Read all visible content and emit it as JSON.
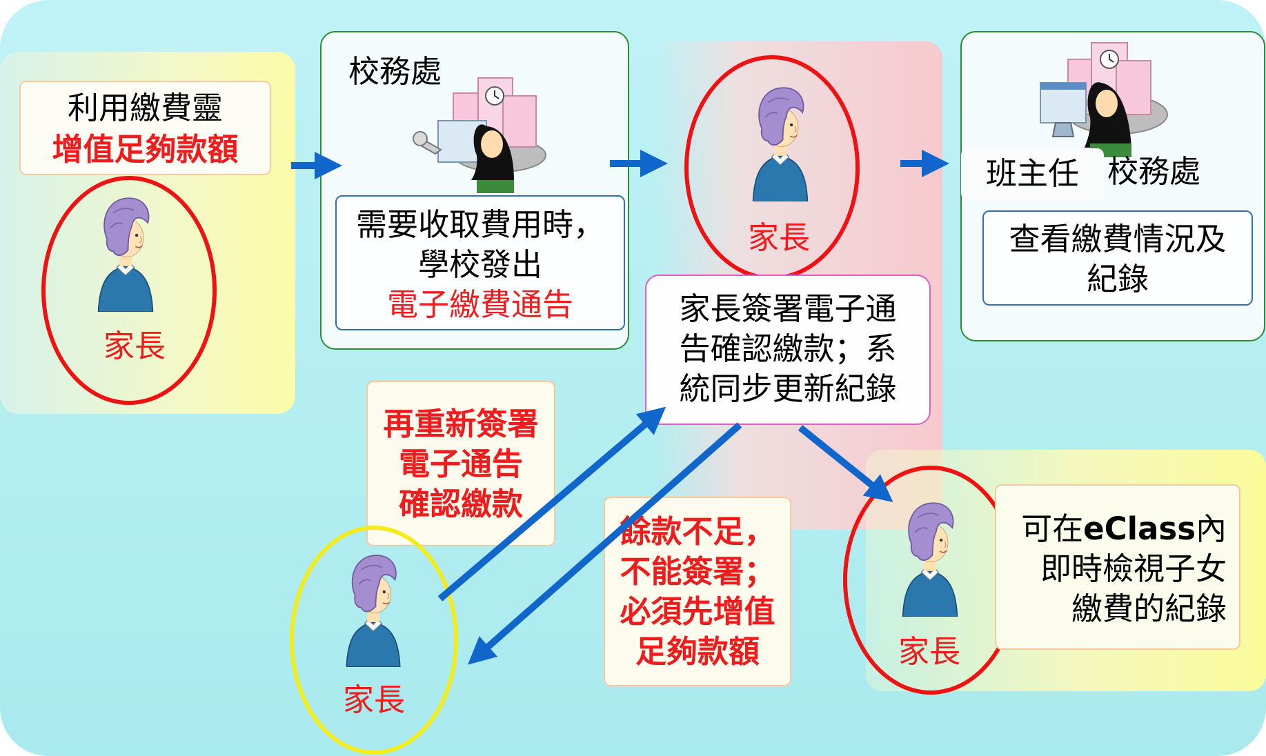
{
  "colors": {
    "highlight_red": "#ee1c1c",
    "ellipse_red": "#ef1212",
    "ellipse_yellow": "#f3ec1a",
    "arrow_blue": "#1166cc",
    "box_green_border": "#2f8a35",
    "box_blue_border": "#2f6dbd",
    "box_orange_border": "#f6c99f",
    "box_magenta_border": "#e45ac7"
  },
  "step1": {
    "line1": "利用繳費靈",
    "line2": "增值足夠款額",
    "parent_label": "家長"
  },
  "step2": {
    "office_label": "校務處",
    "notice_line1": "需要收取費用時，",
    "notice_line2": "學校發出",
    "notice_line3": "電子繳費通告"
  },
  "step3": {
    "parent_label": "家長",
    "sign_line1": "家長簽署電子通",
    "sign_line2": "告確認繳款；系",
    "sign_line3": "統同步更新紀錄"
  },
  "step4": {
    "teacher_label": "班主任",
    "office_label": "校務處",
    "view_line1": "查看繳費情況及",
    "view_line2": "紀錄"
  },
  "retry": {
    "line1": "再重新簽署",
    "line2": "電子通告",
    "line3": "確認繳款",
    "parent_label": "家長"
  },
  "insufficient": {
    "line1": "餘款不足，",
    "line2": "不能簽署；",
    "line3": "必須先增值",
    "line4": "足夠款額"
  },
  "eclass": {
    "line1_pre": "可在",
    "line1_brand": "eClass",
    "line1_post": "內",
    "line2": "即時檢視子女",
    "line3": "繳費的紀錄",
    "parent_label": "家長"
  },
  "icons": [
    "parent-icon",
    "office-staff-icon",
    "teacher-icon",
    "flow-arrow-icon"
  ]
}
